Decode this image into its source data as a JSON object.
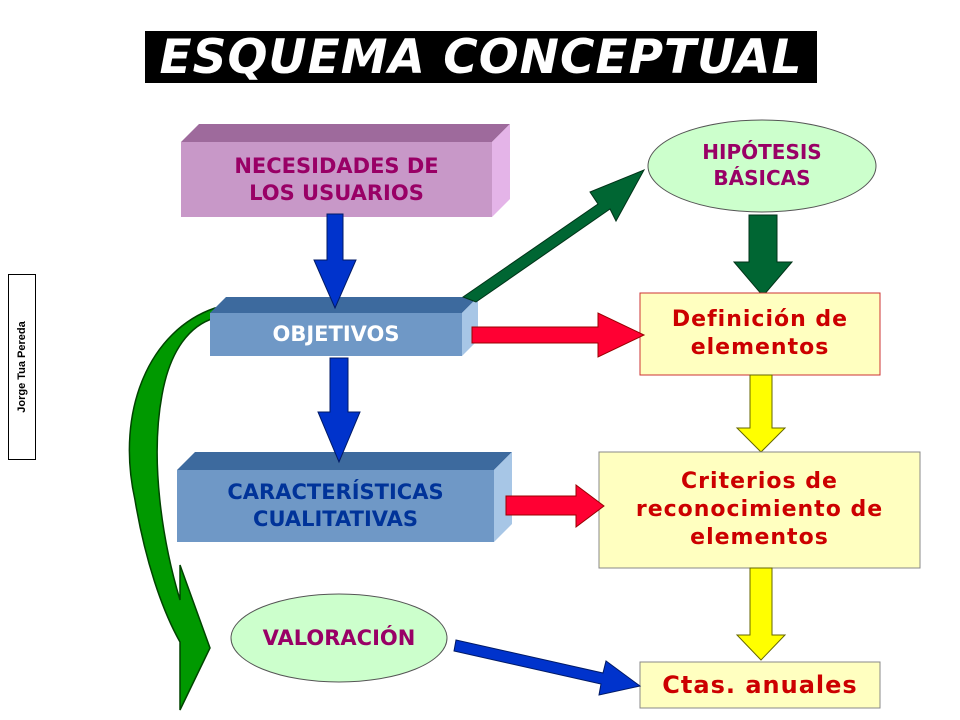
{
  "title": "ESQUEMA CONCEPTUAL",
  "author": "Jorge Tua Pereda",
  "nodes": {
    "necesidades": "NECESIDADES DE\nLOS USUARIOS",
    "objetivos": "OBJETIVOS",
    "caracteristicas": "CARACTERÍSTICAS\nCUALITATIVAS",
    "valoracion": "VALORACIÓN",
    "hipotesis": "HIPÓTESIS\nBÁSICAS",
    "definicion": "Definición de\nelementos",
    "criterios": "Criterios de\nreconocimiento de\nelementos",
    "ctas": "Ctas. anuales"
  },
  "colors": {
    "pink_box": "#c898c8",
    "pink_top": "#9e6a9c",
    "blue_box": "#6f98c6",
    "blue_side": "#a7c6e6",
    "green_ellipse": "#ccffcc",
    "yellow_box": "#ffffc0",
    "red_text": "#cc0000",
    "purple_text": "#990066",
    "dark_blue_text": "#003399",
    "arrow_blue": "#0033cc",
    "arrow_red": "#ff0033",
    "arrow_dark_green": "#006633",
    "arrow_yellow": "#ffff00",
    "arrow_green": "#009900"
  }
}
